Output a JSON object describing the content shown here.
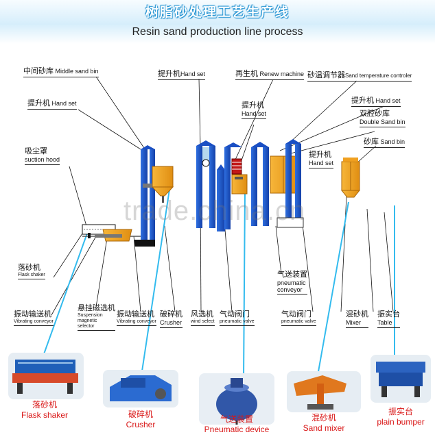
{
  "banner": {
    "title_cn": "树脂砂处理工艺生产线",
    "title_en": "Resin sand production line process"
  },
  "labels": {
    "middle_sand_bin": {
      "cn": "中间砂库",
      "en": "Middle sand bin"
    },
    "hand_set_1": {
      "cn": "提升机",
      "en": "Hand set"
    },
    "suction_hood": {
      "cn": "吸尘罩",
      "en": "suction hood"
    },
    "hand_set_2": {
      "cn": "提升机",
      "en": "Hand set"
    },
    "renew_machine": {
      "cn": "再生机",
      "en": "Renew machine"
    },
    "hand_set_3": {
      "cn": "提升机",
      "en": "Hand set"
    },
    "sand_temp_controller": {
      "cn": "砂温调节器",
      "en": "Sand temperature controler"
    },
    "hand_set_4": {
      "cn": "提升机",
      "en": "Hand set"
    },
    "double_sand_bin": {
      "cn": "双腔砂库",
      "en": "Double Sand bin"
    },
    "sand_bin": {
      "cn": "砂库",
      "en": "Sand bin"
    },
    "hand_set_5": {
      "cn": "提升机",
      "en": "Hand set"
    },
    "flask_shaker": {
      "cn": "落砂机",
      "en": "Flask shaker"
    },
    "pneumatic_conveyor": {
      "cn": "气送装置",
      "en_1": "pneumatic",
      "en_2": "conveyor"
    },
    "vibrating_conveyor_1": {
      "cn": "振动输送机",
      "en": "Vibrating conveyor"
    },
    "suspension_selector": {
      "cn": "悬挂磁选机",
      "en_1": "Suspension",
      "en_2": "magnetic",
      "en_3": "selector"
    },
    "vibrating_conveyor_2": {
      "cn": "振动输送机",
      "en": "Vibrating conveyor"
    },
    "crusher": {
      "cn": "破碎机",
      "en": "Crusher"
    },
    "wind_select": {
      "cn": "风选机",
      "en": "wind select"
    },
    "pneumatic_valve_1": {
      "cn": "气动阀门",
      "en": "pneumatic valve"
    },
    "pneumatic_valve_2": {
      "cn": "气动阀门",
      "en": "pneumatic valve"
    },
    "mixer": {
      "cn": "混砂机",
      "en": "Mixer"
    },
    "table": {
      "cn": "振实台",
      "en": "Table"
    }
  },
  "captions": [
    {
      "cn": "落砂机",
      "en": "Flask shaker"
    },
    {
      "cn": "破碎机",
      "en": "Crusher"
    },
    {
      "cn": "气送装置",
      "en": "Pneumatic device"
    },
    {
      "cn": "混砂机",
      "en": "Sand mixer"
    },
    {
      "cn": "振实台",
      "en": "plain bumper"
    }
  ],
  "watermark": "trade.china.cn",
  "colors": {
    "equipment_blue": "#1a4fc4",
    "bin_orange": "#f0a020",
    "callout_cyan": "#33bbee",
    "caption_red": "#d91616"
  }
}
